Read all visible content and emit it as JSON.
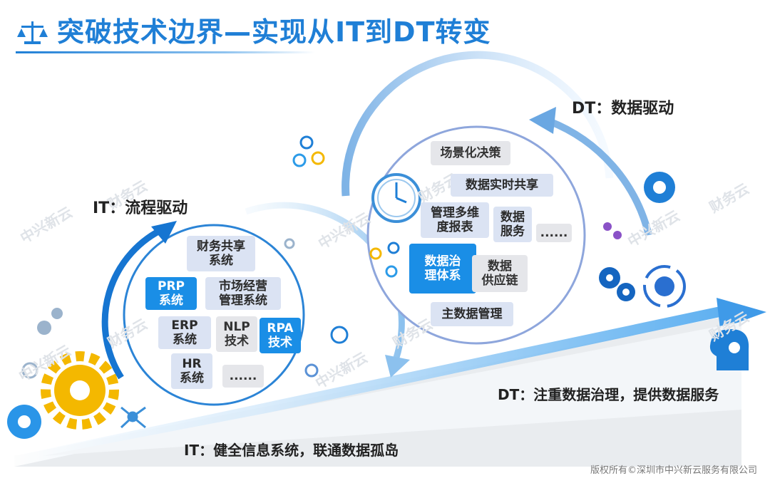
{
  "header": {
    "title": "突破技术边界—实现从IT到DT转变"
  },
  "left_cycle": {
    "label": "IT：流程驱动",
    "items": [
      {
        "text": "财务共享\n系统",
        "style": "light"
      },
      {
        "text": "PRP\n系统",
        "style": "blue"
      },
      {
        "text": "市场经营\n管理系统",
        "style": "light"
      },
      {
        "text": "ERP\n系统",
        "style": "light"
      },
      {
        "text": "NLP\n技术",
        "style": "gray"
      },
      {
        "text": "RPA\n技术",
        "style": "blue"
      },
      {
        "text": "HR\n系统",
        "style": "light"
      },
      {
        "text": "......",
        "style": "gray"
      }
    ]
  },
  "right_cycle": {
    "label": "DT：数据驱动",
    "items": [
      {
        "text": "场景化决策",
        "style": "gray"
      },
      {
        "text": "数据实时共享",
        "style": "light"
      },
      {
        "text": "管理多维\n度报表",
        "style": "light"
      },
      {
        "text": "数据\n服务",
        "style": "light"
      },
      {
        "text": "......",
        "style": "gray"
      },
      {
        "text": "数据治\n理体系",
        "style": "blue"
      },
      {
        "text": "数据\n供应链",
        "style": "gray"
      },
      {
        "text": "主数据管理",
        "style": "light"
      }
    ]
  },
  "ramp": {
    "lower_label": "IT：健全信息系统，联通数据孤岛",
    "upper_label": "DT：注重数据治理，提供数据服务"
  },
  "watermark": "财务云",
  "watermark2": "中兴新云",
  "footer": {
    "copyright": "版权所有©深圳市中兴新云服务有限公司"
  },
  "colors": {
    "primary": "#1f7fd6",
    "accent_blue": "#1a8ee6",
    "light_box": "#dbe3f3",
    "gray_box": "#e5e6ea",
    "gear_yellow": "#f4b800"
  }
}
